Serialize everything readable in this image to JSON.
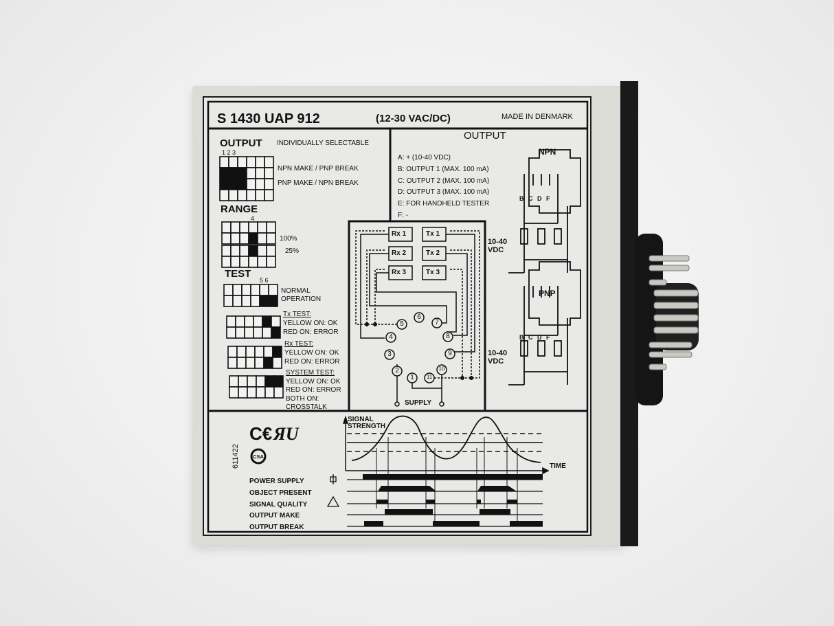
{
  "header": {
    "model": "S 1430 UAP 912",
    "supply": "(12-30 VAC/DC)",
    "origin": "MADE IN DENMARK"
  },
  "output_section": {
    "title": "OUTPUT",
    "columns": "1 2 3",
    "subtitle": "INDIVIDUALLY SELECTABLE",
    "modes": [
      "NPN MAKE / PNP BREAK",
      "PNP MAKE / NPN BREAK"
    ]
  },
  "range_section": {
    "title": "RANGE",
    "column": "4",
    "levels": [
      "100%",
      "25%"
    ]
  },
  "test_section": {
    "title": "TEST",
    "columns": "5 6",
    "modes": [
      {
        "lines": [
          "NORMAL",
          "OPERATION"
        ]
      },
      {
        "lines": [
          "Tx TEST:",
          "YELLOW ON: OK",
          "RED ON: ERROR"
        ]
      },
      {
        "lines": [
          "Rx TEST:",
          "YELLOW ON: OK",
          "RED ON: ERROR"
        ]
      },
      {
        "lines": [
          "SYSTEM TEST:",
          "YELLOW ON: OK",
          "RED ON: ERROR",
          "BOTH ON:",
          "CROSSTALK"
        ]
      }
    ]
  },
  "dip_switches": [
    {
      "row1": [
        0,
        0,
        0,
        0,
        0,
        0
      ],
      "row2": [
        1,
        1,
        1,
        0,
        0,
        0
      ]
    },
    {
      "row1": [
        1,
        1,
        1,
        0,
        0,
        0
      ],
      "row2": [
        0,
        0,
        0,
        0,
        0,
        0
      ]
    },
    {
      "row1": [
        0,
        0,
        0,
        0,
        0,
        0
      ],
      "row2": [
        0,
        0,
        0,
        1,
        0,
        0
      ]
    },
    {
      "row1": [
        0,
        0,
        0,
        1,
        0,
        0
      ],
      "row2": [
        0,
        0,
        0,
        0,
        0,
        0
      ]
    },
    {
      "row1": [
        0,
        0,
        0,
        0,
        0,
        0
      ],
      "row2": [
        0,
        0,
        0,
        0,
        1,
        1
      ]
    },
    {
      "row1": [
        0,
        0,
        0,
        0,
        1,
        0
      ],
      "row2": [
        0,
        0,
        0,
        0,
        0,
        1
      ]
    },
    {
      "row1": [
        0,
        0,
        0,
        0,
        0,
        1
      ],
      "row2": [
        0,
        0,
        0,
        0,
        1,
        0
      ]
    },
    {
      "row1": [
        0,
        0,
        0,
        0,
        1,
        1
      ],
      "row2": [
        0,
        0,
        0,
        0,
        0,
        0
      ]
    }
  ],
  "output_pins": {
    "title": "OUTPUT",
    "items": [
      "A: + (10-40 VDC)",
      "B: OUTPUT 1 (MAX. 100 mA)",
      "C: OUTPUT 2 (MAX. 100 mA)",
      "D: OUTPUT 3 (MAX. 100 mA)",
      "E: FOR HANDHELD TESTER",
      "F: -"
    ]
  },
  "npn": {
    "title": "NPN",
    "voltage": [
      "10-40",
      "VDC"
    ],
    "terminals": "B C D  F"
  },
  "pnp": {
    "title": "PNP",
    "voltage": [
      "10-40",
      "VDC"
    ],
    "terminals": "B C D  F"
  },
  "wiring": {
    "rx": [
      "Rx 1",
      "Rx 2",
      "Rx 3"
    ],
    "tx": [
      "Tx 1",
      "Tx 2",
      "Tx 3"
    ],
    "pins": [
      "1",
      "2",
      "3",
      "4",
      "5",
      "6",
      "7",
      "8",
      "9",
      "10",
      "11"
    ],
    "supply": "SUPPLY"
  },
  "certification": {
    "code": "611422",
    "marks": [
      "CE",
      "UR",
      "CSA"
    ]
  },
  "timing": {
    "y_axis": [
      "SIGNAL",
      "STRENGTH"
    ],
    "x_axis": "TIME",
    "signals": [
      "POWER SUPPLY",
      "OBJECT PRESENT",
      "SIGNAL QUALITY",
      "OUTPUT MAKE",
      "OUTPUT BREAK"
    ]
  }
}
